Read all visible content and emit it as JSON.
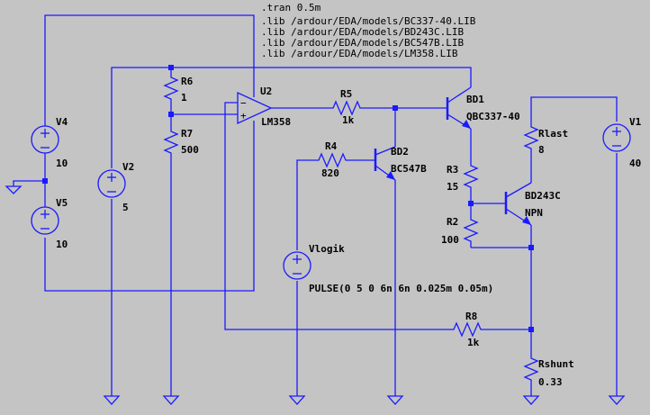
{
  "directives": [
    ".tran 0.5m",
    ".lib /ardour/EDA/models/BC337-40.LIB",
    ".lib /ardour/EDA/models/BD243C.LIB",
    ".lib /ardour/EDA/models/BC547B.LIB",
    ".lib /ardour/EDA/models/LM358.LIB"
  ],
  "sources": {
    "v4": {
      "name": "V4",
      "value": "10"
    },
    "v5": {
      "name": "V5",
      "value": "10"
    },
    "v2": {
      "name": "V2",
      "value": "5"
    },
    "v1": {
      "name": "V1",
      "value": "40"
    },
    "vlogik": {
      "name": "Vlogik",
      "value": "PULSE(0 5 0 6n 6n 0.025m 0.05m)"
    }
  },
  "resistors": {
    "r6": {
      "name": "R6",
      "value": "1"
    },
    "r7": {
      "name": "R7",
      "value": "500"
    },
    "r5": {
      "name": "R5",
      "value": "1k"
    },
    "r4": {
      "name": "R4",
      "value": "820"
    },
    "r3": {
      "name": "R3",
      "value": "15"
    },
    "r2": {
      "name": "R2",
      "value": "100"
    },
    "r8": {
      "name": "R8",
      "value": "1k"
    },
    "rlast": {
      "name": "Rlast",
      "value": "8"
    },
    "rshunt": {
      "name": "Rshunt",
      "value": "0.33"
    }
  },
  "opamp": {
    "name": "U2",
    "value": "LM358"
  },
  "transistors": {
    "bd1": {
      "name": "BD1",
      "value": "QBC337-40"
    },
    "bd2": {
      "name": "BD2",
      "value": "BC547B"
    },
    "bd3": {
      "name": "BD243C",
      "value": "NPN"
    }
  },
  "colors": {
    "wire": "#1a1aff",
    "background": "#c4c4c4",
    "text": "#000000"
  }
}
